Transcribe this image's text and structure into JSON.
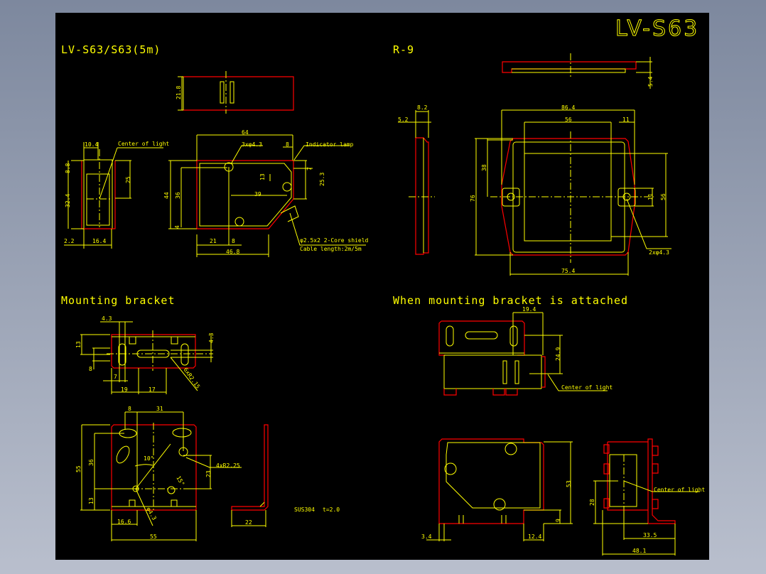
{
  "drawing_title": "LV-S63",
  "colors": {
    "background": "#000000",
    "outline": "#ff0000",
    "lines": "#ffff00",
    "frame": "#7d889e"
  },
  "sections": {
    "sensor": {
      "title": "LV-S63/S63(5m)",
      "dims": [
        "21.8",
        "10.4",
        "Center of light",
        "8.8",
        "25",
        "32.4",
        "2.2",
        "16.4",
        "64",
        "3xφ4.3",
        "8",
        "Indicator lamp",
        "7",
        "25.3",
        "44",
        "36",
        "13",
        "39",
        "4",
        "21",
        "8",
        "46.8",
        "φ2.5x2 2-Core shield",
        "Cable length:2m/5m"
      ]
    },
    "reflector": {
      "title": "R-9",
      "dims": [
        "5.4",
        "8.2",
        "5.2",
        "86.4",
        "56",
        "11",
        "38",
        "76",
        "11",
        "56",
        "2xφ4.3",
        "75.4"
      ]
    },
    "bracket": {
      "title": "Mounting bracket",
      "dims": [
        "4.3",
        "13",
        "8",
        "4.3",
        "7",
        "19",
        "17",
        "6xR2.15",
        "8",
        "31",
        "55",
        "36",
        "13",
        "10°",
        "15°",
        "4xR2.25",
        "23",
        "φ4.3",
        "16.6",
        "55",
        "22"
      ],
      "material": "SUS304",
      "thickness": "t=2.0"
    },
    "attached": {
      "title": "When mounting bracket is attached",
      "dims": [
        "19.4",
        "24.9",
        "Center of light",
        "53",
        "9",
        "3.4",
        "12.4",
        "28",
        "Center of light",
        "33.5",
        "48.1"
      ]
    }
  }
}
